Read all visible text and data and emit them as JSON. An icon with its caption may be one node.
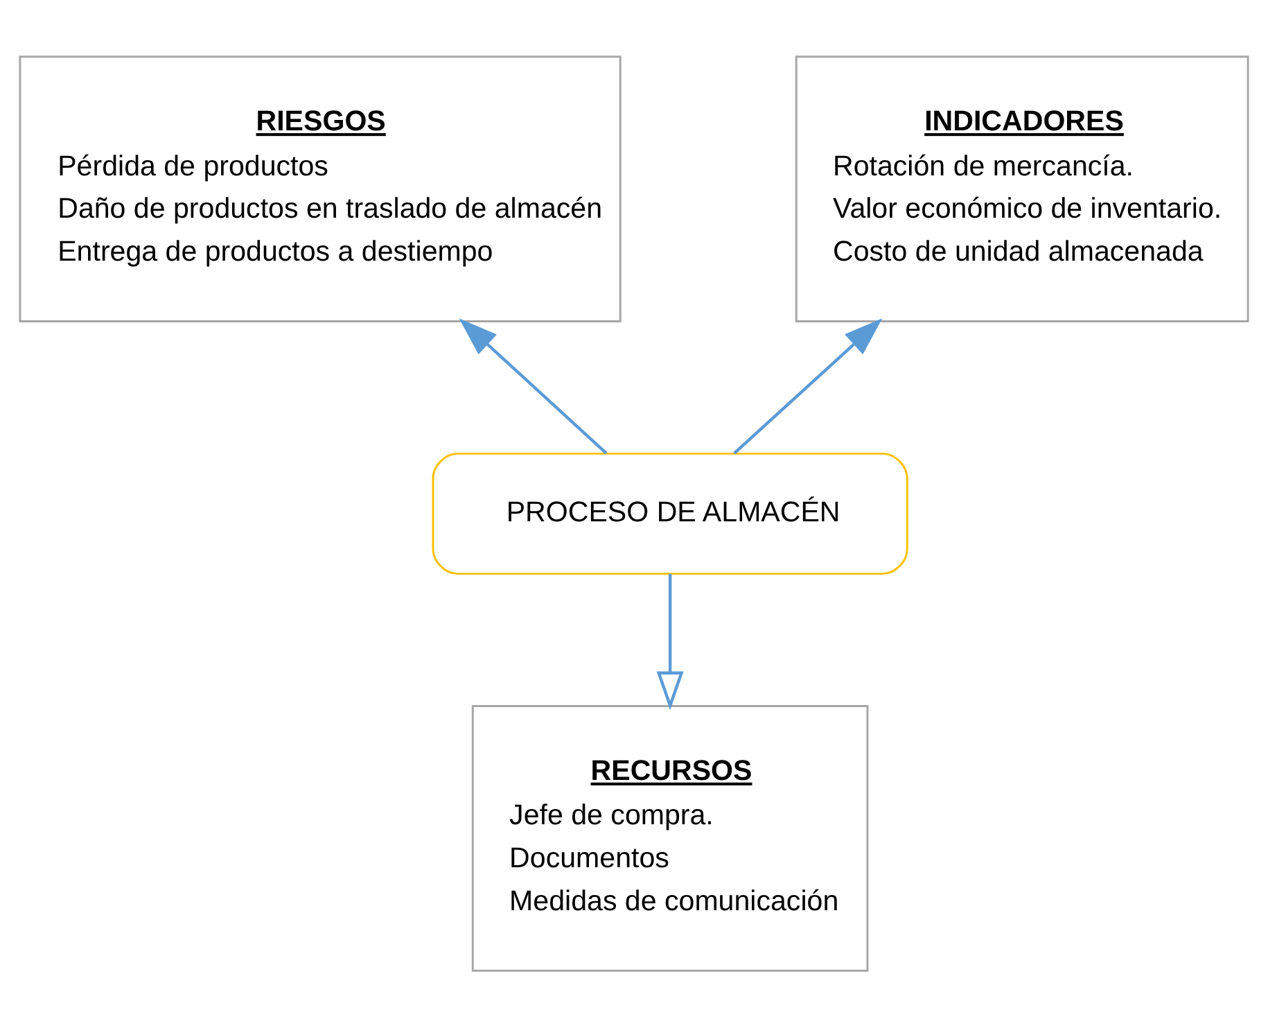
{
  "diagram": {
    "nodes": [
      {
        "text": [
          "RIESGOS",
          "Pérdida de productos",
          "Daño de productos en traslado de almacén",
          "Entrega de productos a destiempo"
        ]
      },
      {
        "text": [
          "INDICADORES",
          "Rotación de mercancía.",
          "Valor económico de inventario.",
          "Costo de unidad almacenada"
        ]
      },
      {
        "text": [
          "PROCESO DE ALMACÉN"
        ]
      },
      {
        "text": [
          "RECURSOS",
          "Jefe de compra.",
          "Documentos",
          "Medidas de comunicación"
        ]
      }
    ],
    "edges": [
      {
        "from": 2,
        "to": 0,
        "arrow": "to"
      },
      {
        "from": 2,
        "to": 1,
        "arrow": "to"
      },
      {
        "from": 2,
        "to": 3,
        "arrow": "to"
      }
    ]
  }
}
